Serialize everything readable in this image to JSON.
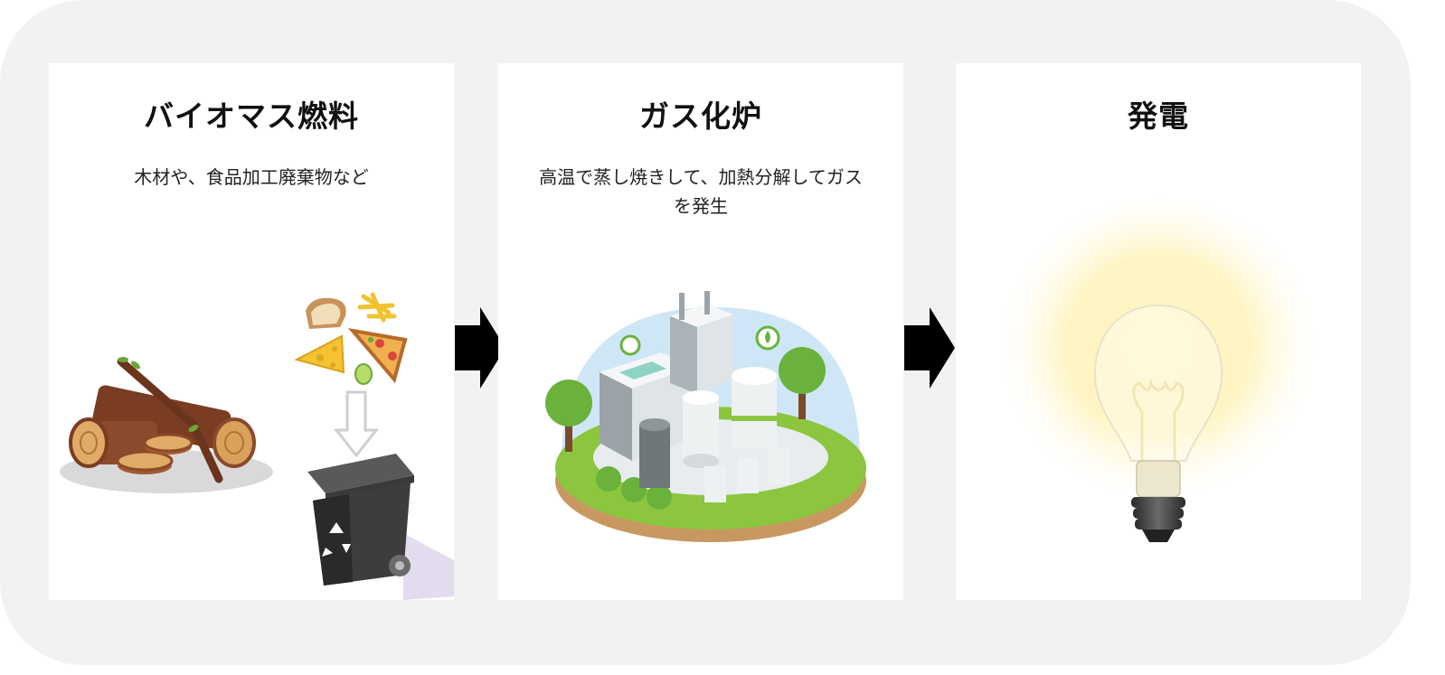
{
  "steps": [
    {
      "title": "バイオマス燃料",
      "description": "木材や、食品加工廃棄物など"
    },
    {
      "title": "ガス化炉",
      "description": "高温で蒸し焼きして、加熱分解してガスを発生"
    },
    {
      "title": "発電",
      "description": ""
    }
  ],
  "icons": {
    "logs": "wood-logs-icon",
    "food": "food-waste-icon",
    "bin": "recycle-bin-icon",
    "plant": "gasification-plant-icon",
    "bulb": "light-bulb-icon",
    "arrow": "right-arrow-icon"
  },
  "colors": {
    "frame": "#f2f2f2",
    "panel": "#ffffff",
    "arrow": "#000000",
    "wood": "#8b4a2b",
    "grass": "#8cc63f",
    "glow": "#fff3b0"
  }
}
